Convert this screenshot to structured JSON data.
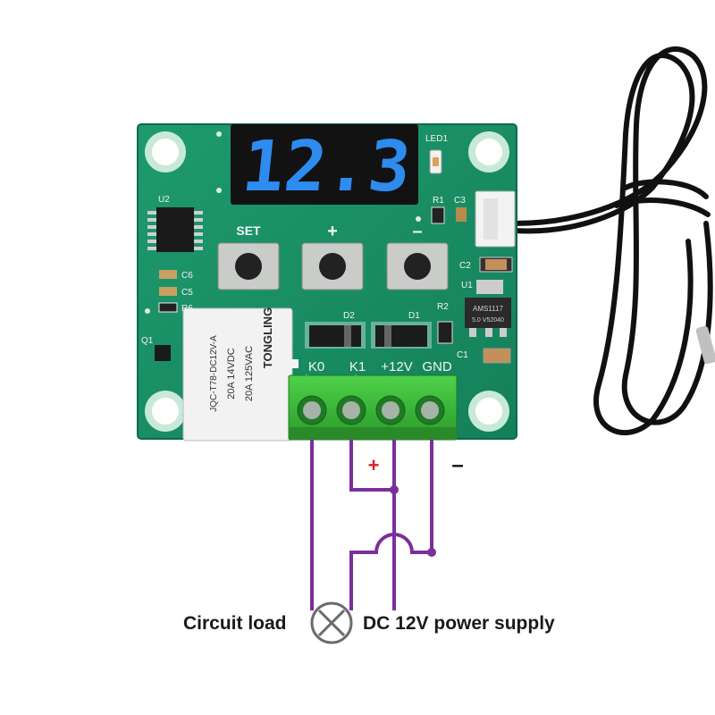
{
  "display": {
    "digits": "12.3"
  },
  "board": {
    "buttons": [
      "SET",
      "+",
      "–"
    ],
    "terminals": [
      "K0",
      "K1",
      "+12V",
      "GND"
    ],
    "silkscreen": {
      "led": "LED1",
      "u2": "U2",
      "r1": "R1",
      "c3": "C3",
      "c2": "C2",
      "u1": "U1",
      "c6": "C6",
      "c5": "C5",
      "r6": "R6",
      "q1": "Q1",
      "d2": "D2",
      "d1": "D1",
      "r2": "R2",
      "c1": "C1"
    },
    "regulator": {
      "line1": "AMS1117",
      "line2": "5.0 V52040"
    },
    "relay": {
      "brand": "TONGLING",
      "lines": [
        "20A 125VAC",
        "20A 14VDC",
        "JQC-T78-DC12V-A"
      ]
    }
  },
  "wiring": {
    "plus_symbol": "+",
    "minus_symbol": "–",
    "wire_color": "#7b2f9a",
    "plus_color": "#d8202a"
  },
  "labels": {
    "circuit_load": "Circuit load",
    "power_supply": "DC 12V power supply"
  }
}
